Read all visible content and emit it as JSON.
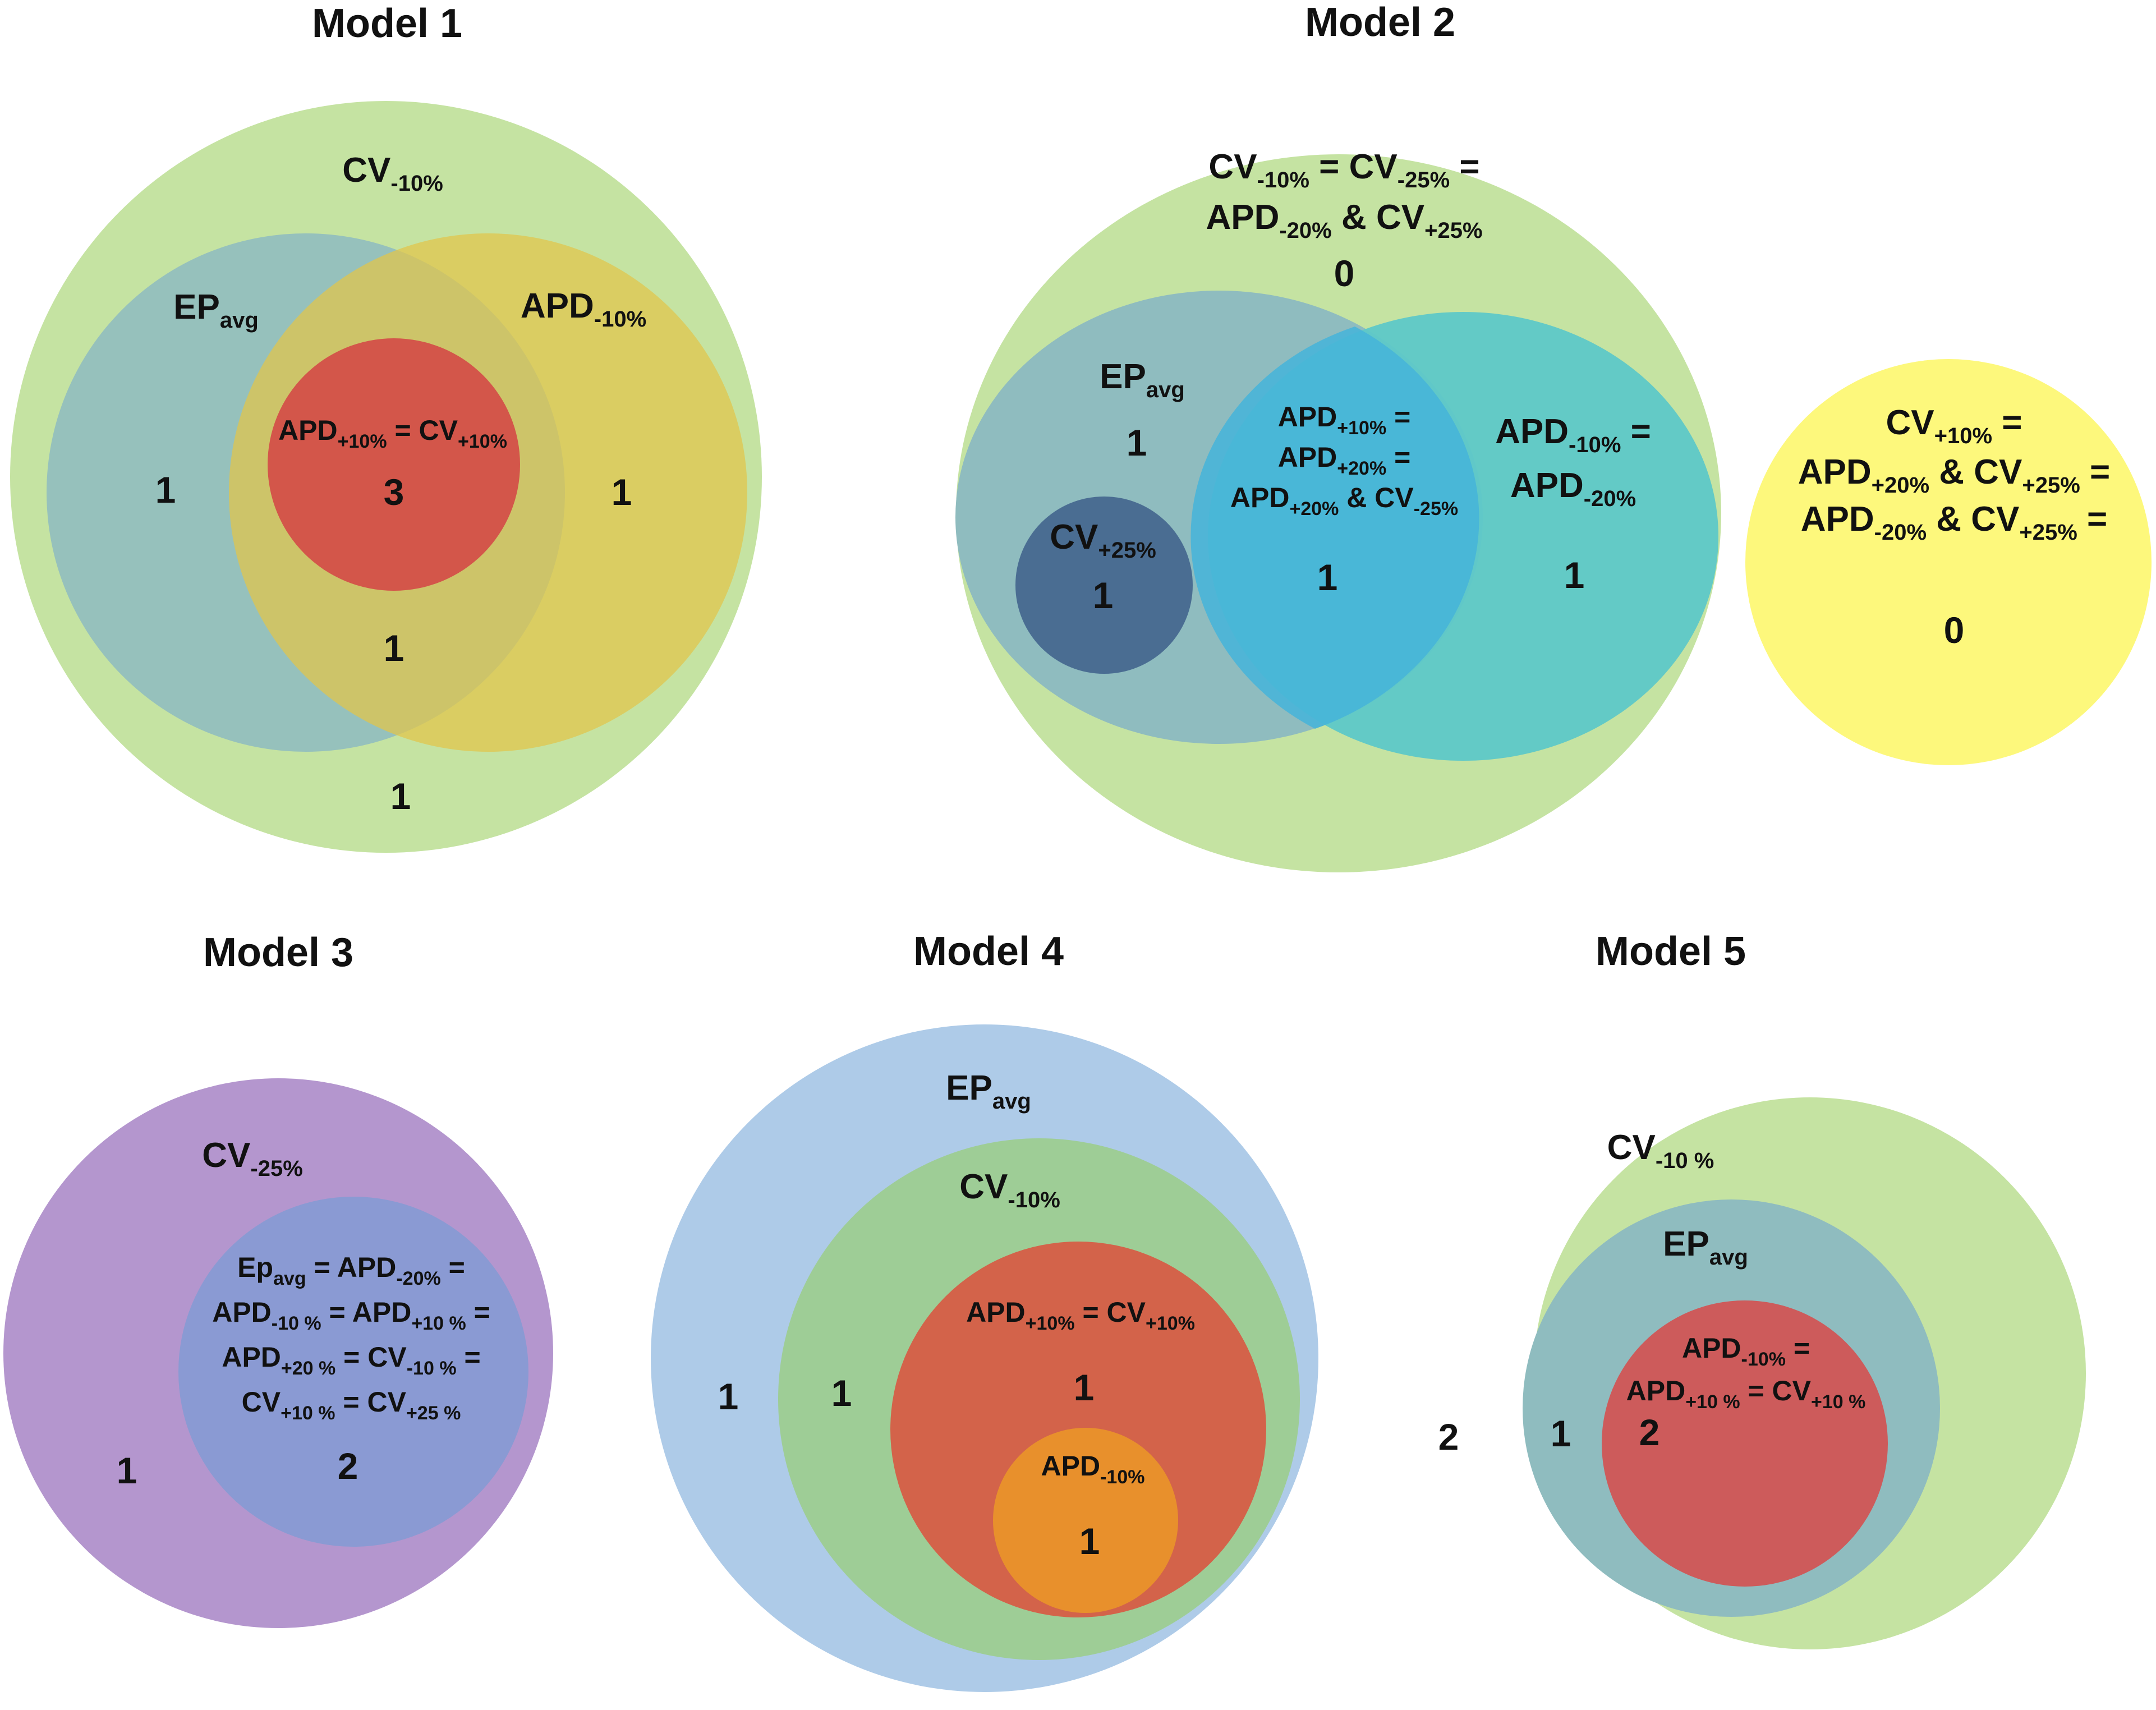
{
  "colors": {
    "light_green": "#c5e3a2",
    "teal_gray": "#8fbcbf",
    "yellow_gold": "#e2c54a",
    "red": "#d3564a",
    "navy": "#4a6d92",
    "cyan": "#5ec8c8",
    "blue": "#45b4d9",
    "yellow": "#fdf87c",
    "purple": "#b496ce",
    "periwinkle": "#8a9ad3",
    "light_blue": "#aecbe8",
    "green": "#9ecd96",
    "red_orange": "#d3634a",
    "orange": "#e8902c",
    "rose": "#cd5b5b"
  },
  "models": [
    {
      "title": "Model 1",
      "sets": [
        {
          "label": "CV",
          "sub": "-10%",
          "color": "light_green"
        },
        {
          "label": "EP",
          "sub": "avg",
          "color": "teal_gray"
        },
        {
          "label": "APD",
          "sub": "-10%",
          "color": "yellow_gold"
        },
        {
          "label_parts": [
            "APD",
            "+10%",
            " = CV",
            "+10%"
          ],
          "color": "red"
        }
      ],
      "counts": [
        "1",
        "1",
        "3",
        "1",
        "1"
      ]
    },
    {
      "title": "Model 2",
      "sets": [
        {
          "label_lines": [
            [
              "CV",
              "-10%",
              " = CV",
              "-25%",
              " ="
            ],
            [
              "APD",
              "-20%",
              " & CV",
              "+25%"
            ]
          ],
          "count": "0",
          "color": "light_green"
        },
        {
          "label": "EP",
          "sub": "avg",
          "count": "1",
          "color": "teal_gray"
        },
        {
          "label": "CV",
          "sub": "+25%",
          "count": "1",
          "color": "navy"
        },
        {
          "label_lines": [
            [
              "APD",
              "+10%",
              " ="
            ],
            [
              "APD",
              "+20%",
              " ="
            ],
            [
              "APD",
              "+20%",
              " & CV",
              "-25%"
            ]
          ],
          "count": "1",
          "color": "blue"
        },
        {
          "label_lines": [
            [
              "APD",
              "-10%",
              " ="
            ],
            [
              "APD",
              "-20%"
            ]
          ],
          "count": "1",
          "color": "cyan"
        },
        {
          "label_lines": [
            [
              "CV",
              "+10%",
              " ="
            ],
            [
              "APD",
              "+20%",
              " & CV",
              "+25%",
              " ="
            ],
            [
              "APD",
              "-20%",
              " & CV",
              "+25%",
              " ="
            ]
          ],
          "count": "0",
          "color": "yellow"
        }
      ]
    },
    {
      "title": "Model 3",
      "sets": [
        {
          "label": "CV",
          "sub": "-25%",
          "count": "1",
          "color": "purple"
        },
        {
          "label_lines": [
            [
              "Ep",
              "avg",
              " = APD",
              "-20%",
              " ="
            ],
            [
              "APD",
              "-10 %",
              " = APD",
              "+10 %",
              " ="
            ],
            [
              "APD",
              "+20 %",
              " = CV",
              "-10 %",
              " ="
            ],
            [
              "CV",
              "+10 %",
              " = CV",
              "+25 %"
            ]
          ],
          "count": "2",
          "color": "periwinkle"
        }
      ]
    },
    {
      "title": "Model 4",
      "sets": [
        {
          "label": "EP",
          "sub": "avg",
          "count": "1",
          "color": "light_blue"
        },
        {
          "label": "CV",
          "sub": "-10%",
          "count": "1",
          "color": "green"
        },
        {
          "label_parts": [
            "APD",
            "+10%",
            " = CV",
            "+10%"
          ],
          "count": "1",
          "color": "red_orange"
        },
        {
          "label": "APD",
          "sub": "-10%",
          "count": "1",
          "color": "orange"
        }
      ]
    },
    {
      "title": "Model 5",
      "sets": [
        {
          "label": "CV",
          "sub": "-10 %",
          "count": "2",
          "color": "light_green"
        },
        {
          "label": "EP",
          "sub": "avg",
          "count": "1",
          "color": "teal_gray"
        },
        {
          "label_lines": [
            [
              "APD",
              "-10%",
              " ="
            ],
            [
              "APD",
              "+10 %",
              " = CV",
              "+10 %"
            ]
          ],
          "count": "2",
          "color": "rose"
        }
      ]
    }
  ]
}
